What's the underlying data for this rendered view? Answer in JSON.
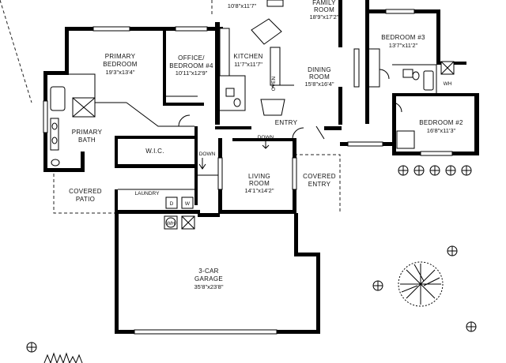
{
  "rooms": {
    "partial_top": {
      "dim": "10'8\"x11'7\""
    },
    "family": {
      "name1": "FAMILY",
      "name2": "ROOM",
      "dim": "18'9\"x17'2\""
    },
    "primary_bedroom": {
      "name1": "PRIMARY",
      "name2": "BEDROOM",
      "dim": "19'3\"x13'4\""
    },
    "office": {
      "name1": "OFFICE/",
      "name2": "BEDROOM #4",
      "dim": "10'11\"x12'9\""
    },
    "kitchen": {
      "name": "KITCHEN",
      "dim": "11'7\"x11'7\""
    },
    "dining": {
      "name1": "DINING",
      "name2": "ROOM",
      "dim": "15'8\"x16'4\""
    },
    "bedroom3": {
      "name": "BEDROOM #3",
      "dim": "13'7\"x11'2\""
    },
    "bedroom2": {
      "name": "BEDROOM #2",
      "dim": "16'8\"x11'3\""
    },
    "primary_bath": {
      "name1": "PRIMARY",
      "name2": "BATH"
    },
    "wic": {
      "name": "W.I.C."
    },
    "entry": {
      "name": "ENTRY"
    },
    "living": {
      "name": "LIVING",
      "name2": "ROOM",
      "dim": "14'1\"x14'2\""
    },
    "covered_entry": {
      "name1": "COVERED",
      "name2": "ENTRY"
    },
    "covered_patio": {
      "name1": "COVERED",
      "name2": "PATIO"
    },
    "laundry": {
      "name": "LAUNDRY"
    },
    "garage": {
      "name1": "3-CAR",
      "name2": "GARAGE",
      "dim": "35'8\"x23'8\""
    }
  },
  "annotations": {
    "down_left": "DOWN",
    "down_top": "DOWN",
    "oven": "OVEN",
    "wh_bath": "WH",
    "wh_garage": "WH",
    "dryer": "D",
    "washer": "W"
  }
}
